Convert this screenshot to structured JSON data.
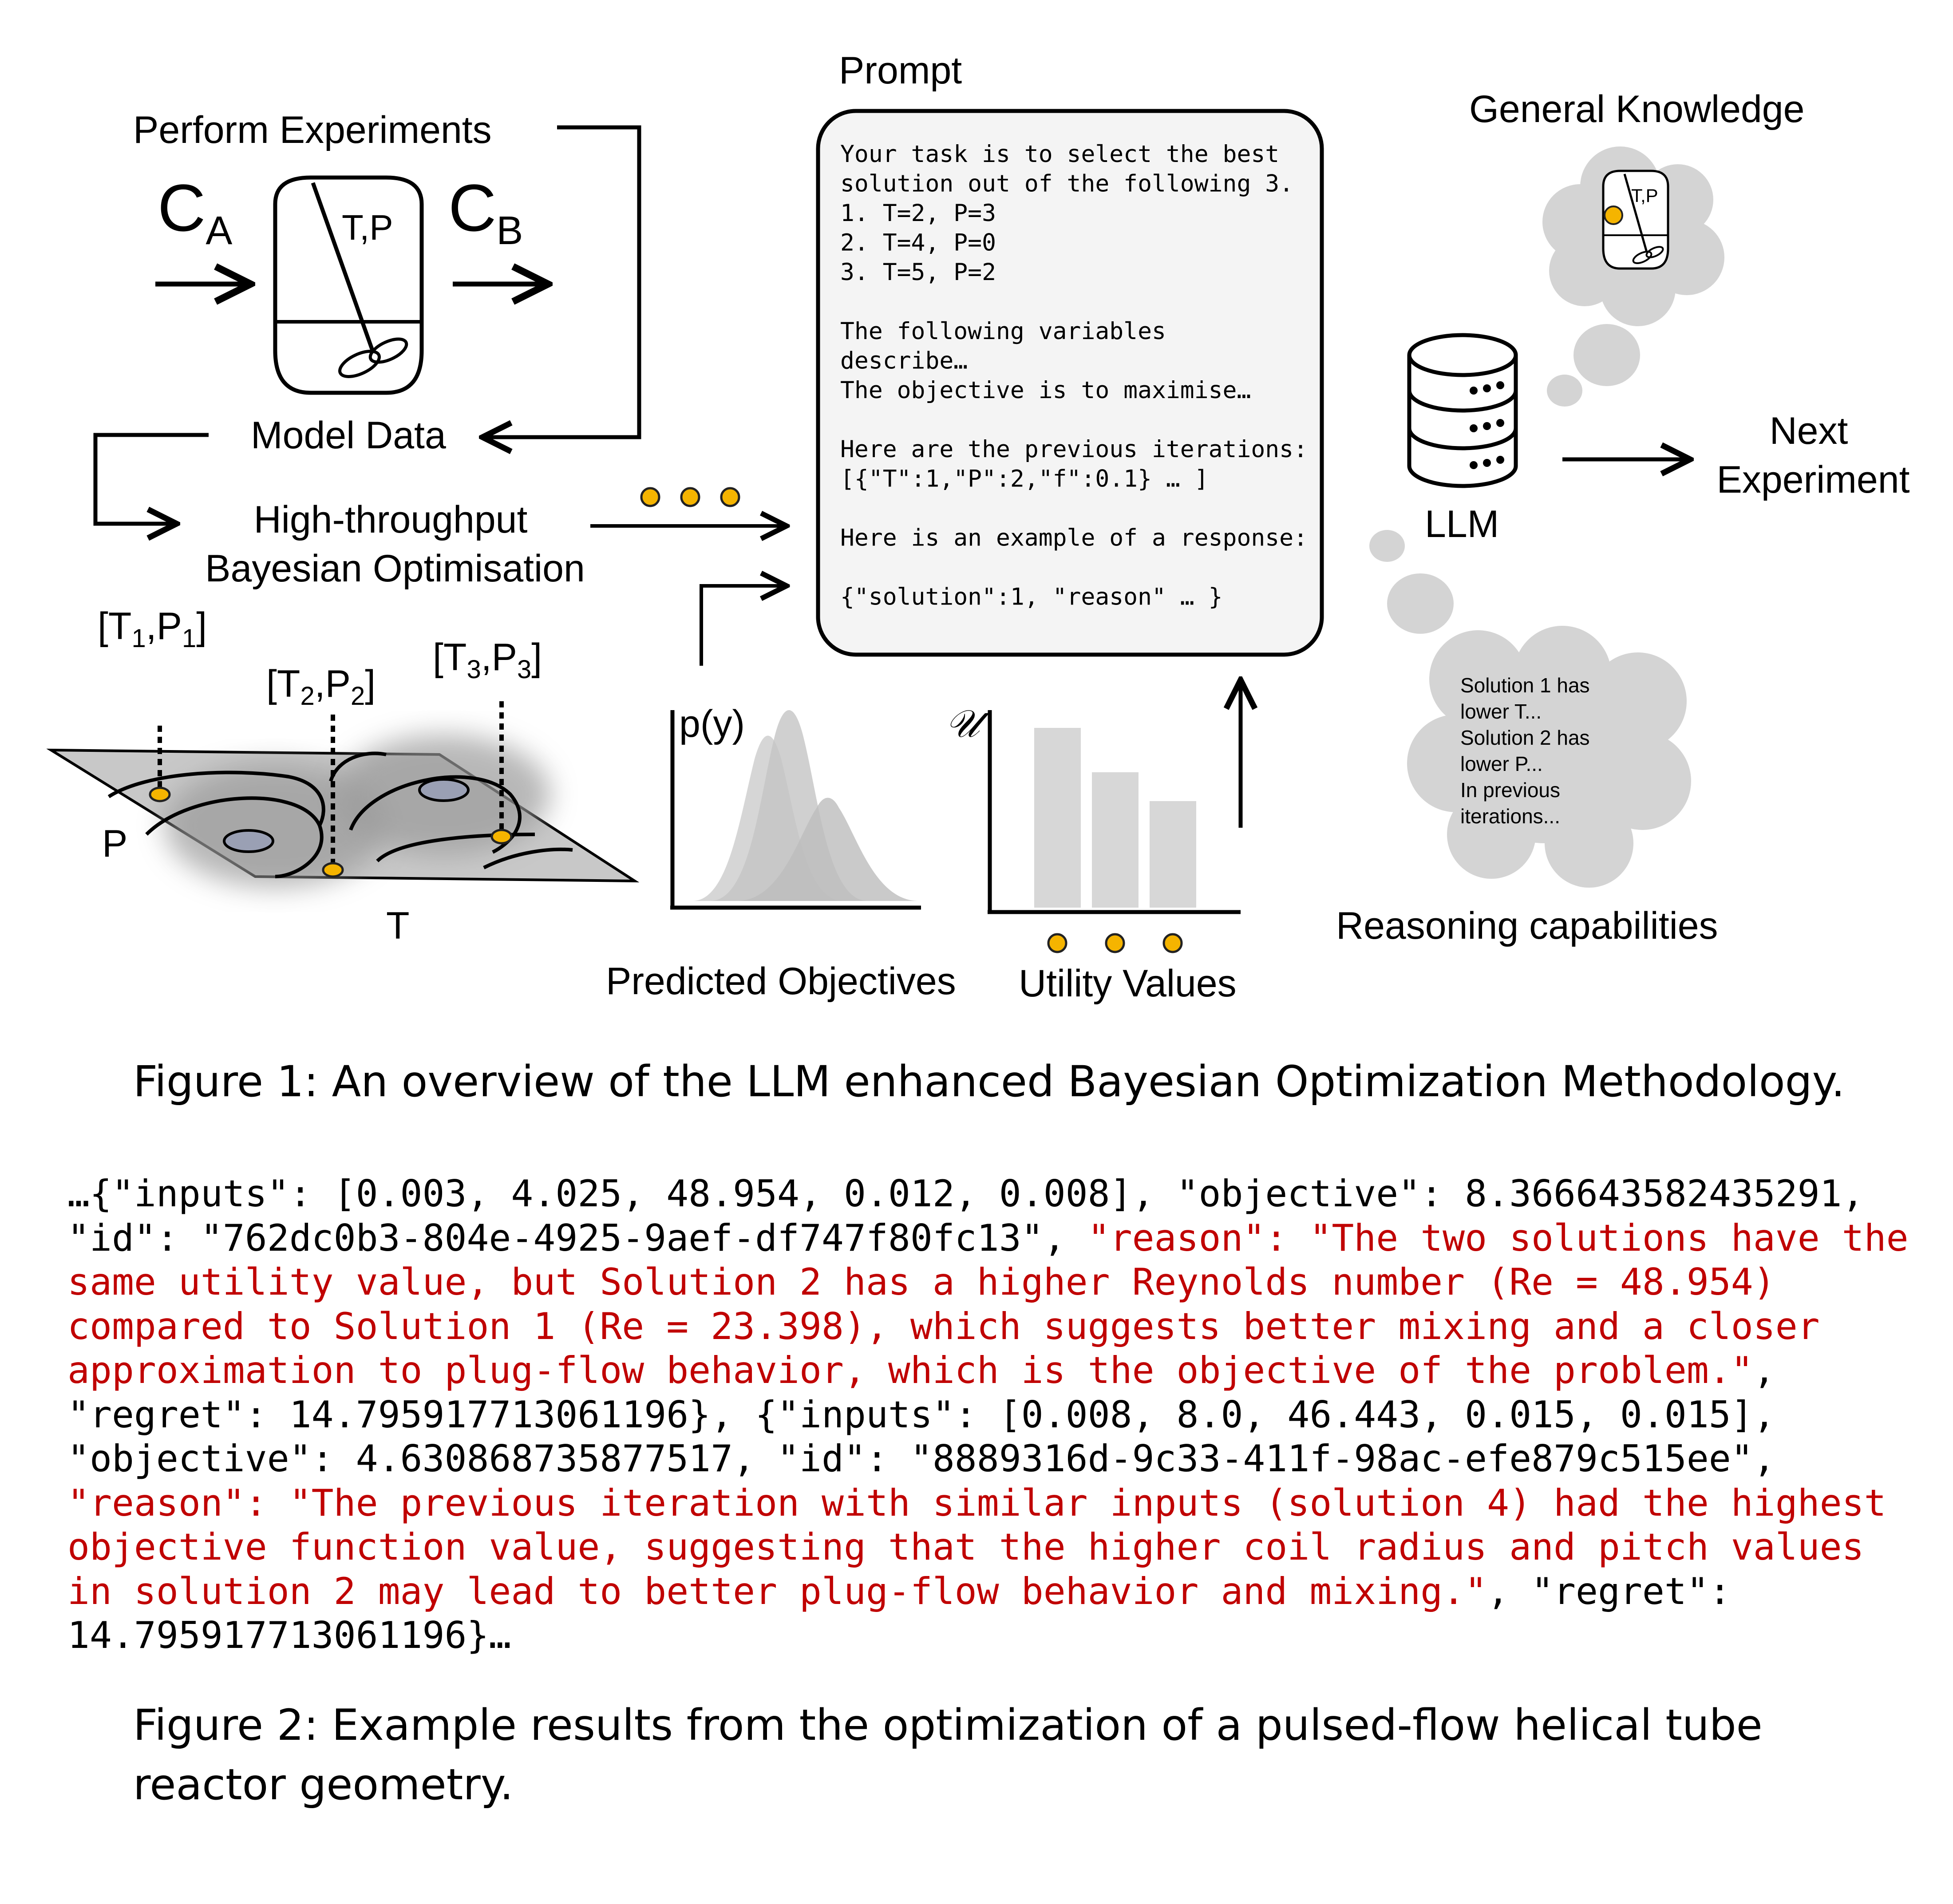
{
  "figure1": {
    "perform_experiments": "Perform Experiments",
    "ca": "C",
    "ca_sub": "A",
    "cb": "C",
    "cb_sub": "B",
    "reactor_tp": "T,P",
    "model_data": "Model Data",
    "hto_line1": "High-throughput",
    "hto_line2": "Bayesian Optimisation",
    "p1": {
      "open": "[T",
      "s1": "1",
      "mid": ",P",
      "s2": "1",
      "close": "]"
    },
    "p2": {
      "open": "[T",
      "s1": "2",
      "mid": ",P",
      "s2": "2",
      "close": "]"
    },
    "p3": {
      "open": "[T",
      "s1": "3",
      "mid": ",P",
      "s2": "3",
      "close": "]"
    },
    "axis_p": "P",
    "axis_t": "T",
    "py_label": "p(y)",
    "u_label": "𝒰",
    "predicted_objectives": "Predicted Objectives",
    "utility_values": "Utility Values",
    "prompt_title": "Prompt",
    "prompt_lines": [
      "Your task is to select the best",
      "solution out of the following 3.",
      "1. T=2, P=3",
      "2. T=4, P=0",
      "3. T=5, P=2",
      "",
      "The following variables",
      "describe…",
      "The objective is to maximise…",
      "",
      "Here are the previous iterations:",
      "[{\"T\":1,\"P\":2,\"f\":0.1} … ]",
      "",
      "Here is an example of a response:",
      "",
      "{\"solution\":1, \"reason\" … }"
    ],
    "general_knowledge": "General Knowledge",
    "gk_tp": "T,P",
    "llm": "LLM",
    "next_line1": "Next",
    "next_line2": "Experiment",
    "reasoning_lines": [
      "Solution 1 has",
      "lower T...",
      "Solution 2 has",
      "lower P...",
      "In previous",
      "iterations..."
    ],
    "reasoning_caps": "Reasoning capabilities",
    "colors": {
      "accent_dot": "#f5b400",
      "dot_stroke": "#222222",
      "cloud": "#d4d4d4",
      "red_text": "#c00000"
    }
  },
  "caption1": "Figure 1: An overview of the LLM enhanced Bayesian Optimization Methodology.",
  "log": {
    "l1": "…{\"inputs\": [0.003, 4.025, 48.954, 0.012, 0.008], \"objective\": 8.366643582435291,",
    "l2a": "\"id\": \"762dc0b3-804e-4925-9aef-df747f80fc13\", ",
    "l2b": "\"reason\": \"The two solutions have the",
    "l3": "same utility value, but Solution 2 has a higher Reynolds number (Re = 48.954)",
    "l4": "compared to Solution 1 (Re = 23.398), which suggests better mixing and a closer",
    "l5a": "approximation to plug-flow behavior, which is the objective of the problem.\"",
    "l5b": ",",
    "l6": "\"regret\": 14.795917713061196}, {\"inputs\": [0.008, 8.0, 46.443, 0.015, 0.015],",
    "l7": "\"objective\": 4.630868735877517, \"id\": \"8889316d-9c33-411f-98ac-efe879c515ee\",",
    "l8": "\"reason\": \"The previous iteration with similar inputs (solution 4) had the highest",
    "l9": "objective function value, suggesting that the higher coil radius and pitch values",
    "l10a": "in solution 2 may lead to better plug-flow behavior and mixing.\"",
    "l10b": ", \"regret\":",
    "l11": "14.795917713061196}…"
  },
  "caption2": "Figure 2: Example results from the optimization of a pulsed-flow helical tube reactor geometry."
}
